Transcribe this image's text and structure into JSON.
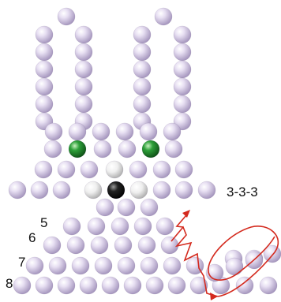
{
  "labels": {
    "pattern": "3-3-3",
    "row_5": "5",
    "row_6": "6",
    "row_7": "7",
    "row_8": "8"
  },
  "colors": {
    "bead_lilac": "#cdbfe0",
    "bead_green": "#1f8a2e",
    "bead_white": "#e6e6e6",
    "bead_black": "#1a1a1a",
    "thread_red": "#d42a1e"
  }
}
